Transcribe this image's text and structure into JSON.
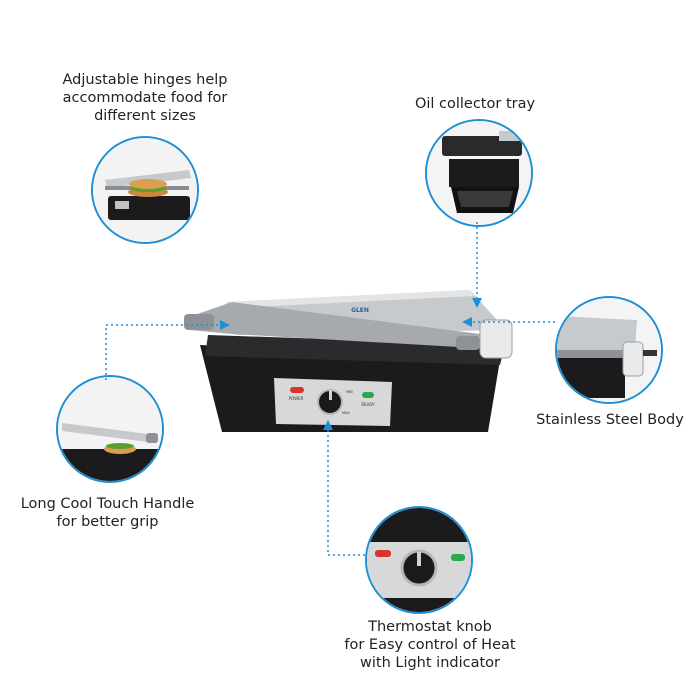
{
  "features": [
    {
      "lines": [
        "Adjustable hinges help",
        "accommodate food for",
        "different sizes"
      ]
    },
    {
      "lines": [
        "Oil collector tray"
      ]
    },
    {
      "lines": [
        "Stainless Steel Body"
      ]
    },
    {
      "lines": [
        "Long Cool Touch Handle",
        "for better grip"
      ]
    },
    {
      "lines": [
        "Thermostat knob",
        "for Easy control of Heat",
        "with Light indicator"
      ]
    }
  ],
  "product": {
    "brand": "GLEN",
    "panel_power": "POWER",
    "panel_ready": "READY",
    "knob_min": "MIN",
    "knob_max": "MAX"
  },
  "colors": {
    "accent": "#1c8fd6",
    "body_black": "#1b1b1d",
    "steel": "#c7cacd",
    "power_led": "#d9332b",
    "ready_led": "#2aa84a"
  }
}
